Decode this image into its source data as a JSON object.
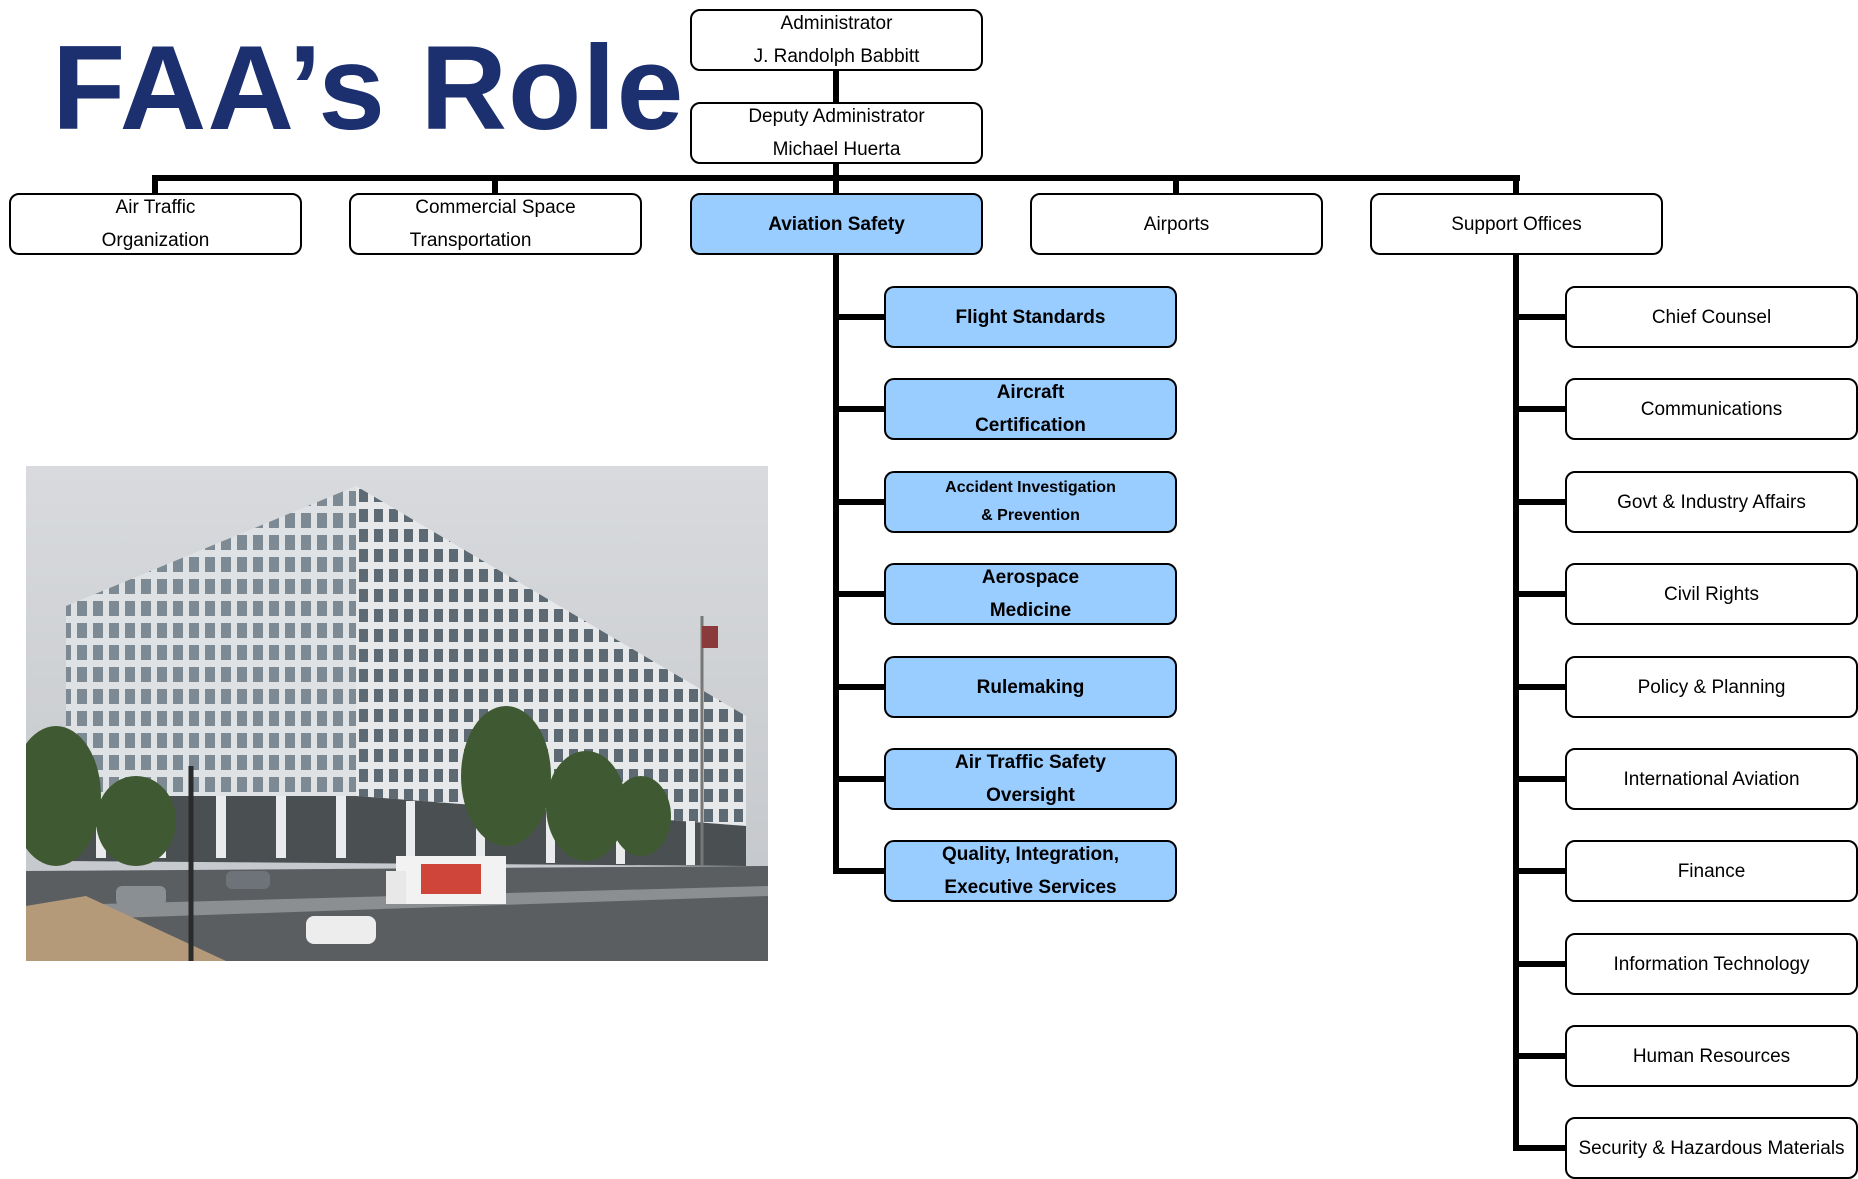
{
  "title": "FAA’s Role",
  "administrator": {
    "line1": "Administrator",
    "line2": "J. Randolph Babbitt"
  },
  "deputy": {
    "line1": "Deputy Administrator",
    "line2": "Michael Huerta"
  },
  "divisions": [
    {
      "line1": "Air Traffic",
      "line2": "Organization"
    },
    {
      "line1": "Commercial Space",
      "line2": "Transportation"
    },
    {
      "line1": "Aviation Safety"
    },
    {
      "line1": "Airports"
    },
    {
      "line1": "Support Offices"
    }
  ],
  "aviation_safety_units": [
    {
      "line1": "Flight Standards"
    },
    {
      "line1": "Aircraft",
      "line2": "Certification"
    },
    {
      "line1": "Accident Investigation",
      "line2": "& Prevention"
    },
    {
      "line1": "Aerospace",
      "line2": "Medicine"
    },
    {
      "line1": "Rulemaking"
    },
    {
      "line1": "Air Traffic Safety",
      "line2": "Oversight"
    },
    {
      "line1": "Quality, Integration,",
      "line2": "Executive Services"
    }
  ],
  "support_offices": [
    {
      "line1": "Chief Counsel"
    },
    {
      "line1": "Communications"
    },
    {
      "line1": "Govt & Industry Affairs"
    },
    {
      "line1": "Civil Rights"
    },
    {
      "line1": "Policy & Planning"
    },
    {
      "line1": "International Aviation"
    },
    {
      "line1": "Finance"
    },
    {
      "line1": "Information Technology"
    },
    {
      "line1": "Human Resources"
    },
    {
      "line1": "Security & Hazardous Materials"
    }
  ],
  "colors": {
    "title": "#1c2f6e",
    "highlight": "#99ccff",
    "line": "#000000"
  }
}
